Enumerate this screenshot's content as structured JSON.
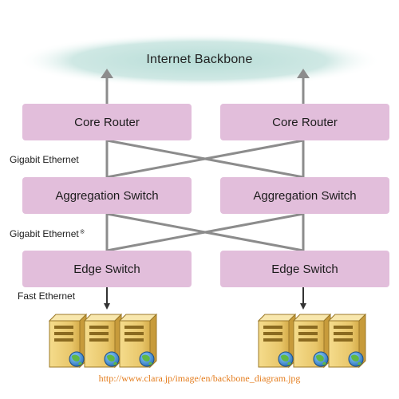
{
  "backbone": {
    "label": "Internet Backbone"
  },
  "left": {
    "core_router": "Core Router",
    "aggregation_switch": "Aggregation Switch",
    "edge_switch": "Edge Switch"
  },
  "right": {
    "core_router": "Core Router",
    "aggregation_switch": "Aggregation Switch",
    "edge_switch": "Edge Switch"
  },
  "links": {
    "core_to_aggregation": "Gigabit Ethernet",
    "aggregation_to_edge": "Gigabit Ethernet",
    "aggregation_to_edge_mark": "※",
    "edge_to_servers": "Fast Ethernet"
  },
  "caption": {
    "url": "http://www.clara.jp/image/en/backbone_diagram.jpg"
  },
  "colors": {
    "box_fill": "#e2bedb",
    "line": "#8c8c8c",
    "cloud": "#cfe8e4",
    "server_body": "#e8c66a",
    "globe": "#3d8fd6",
    "url_text": "#e47d1e"
  },
  "icons": [
    "cloud-icon",
    "server-icon",
    "globe-icon",
    "arrow-up-icon",
    "arrow-down-icon"
  ]
}
